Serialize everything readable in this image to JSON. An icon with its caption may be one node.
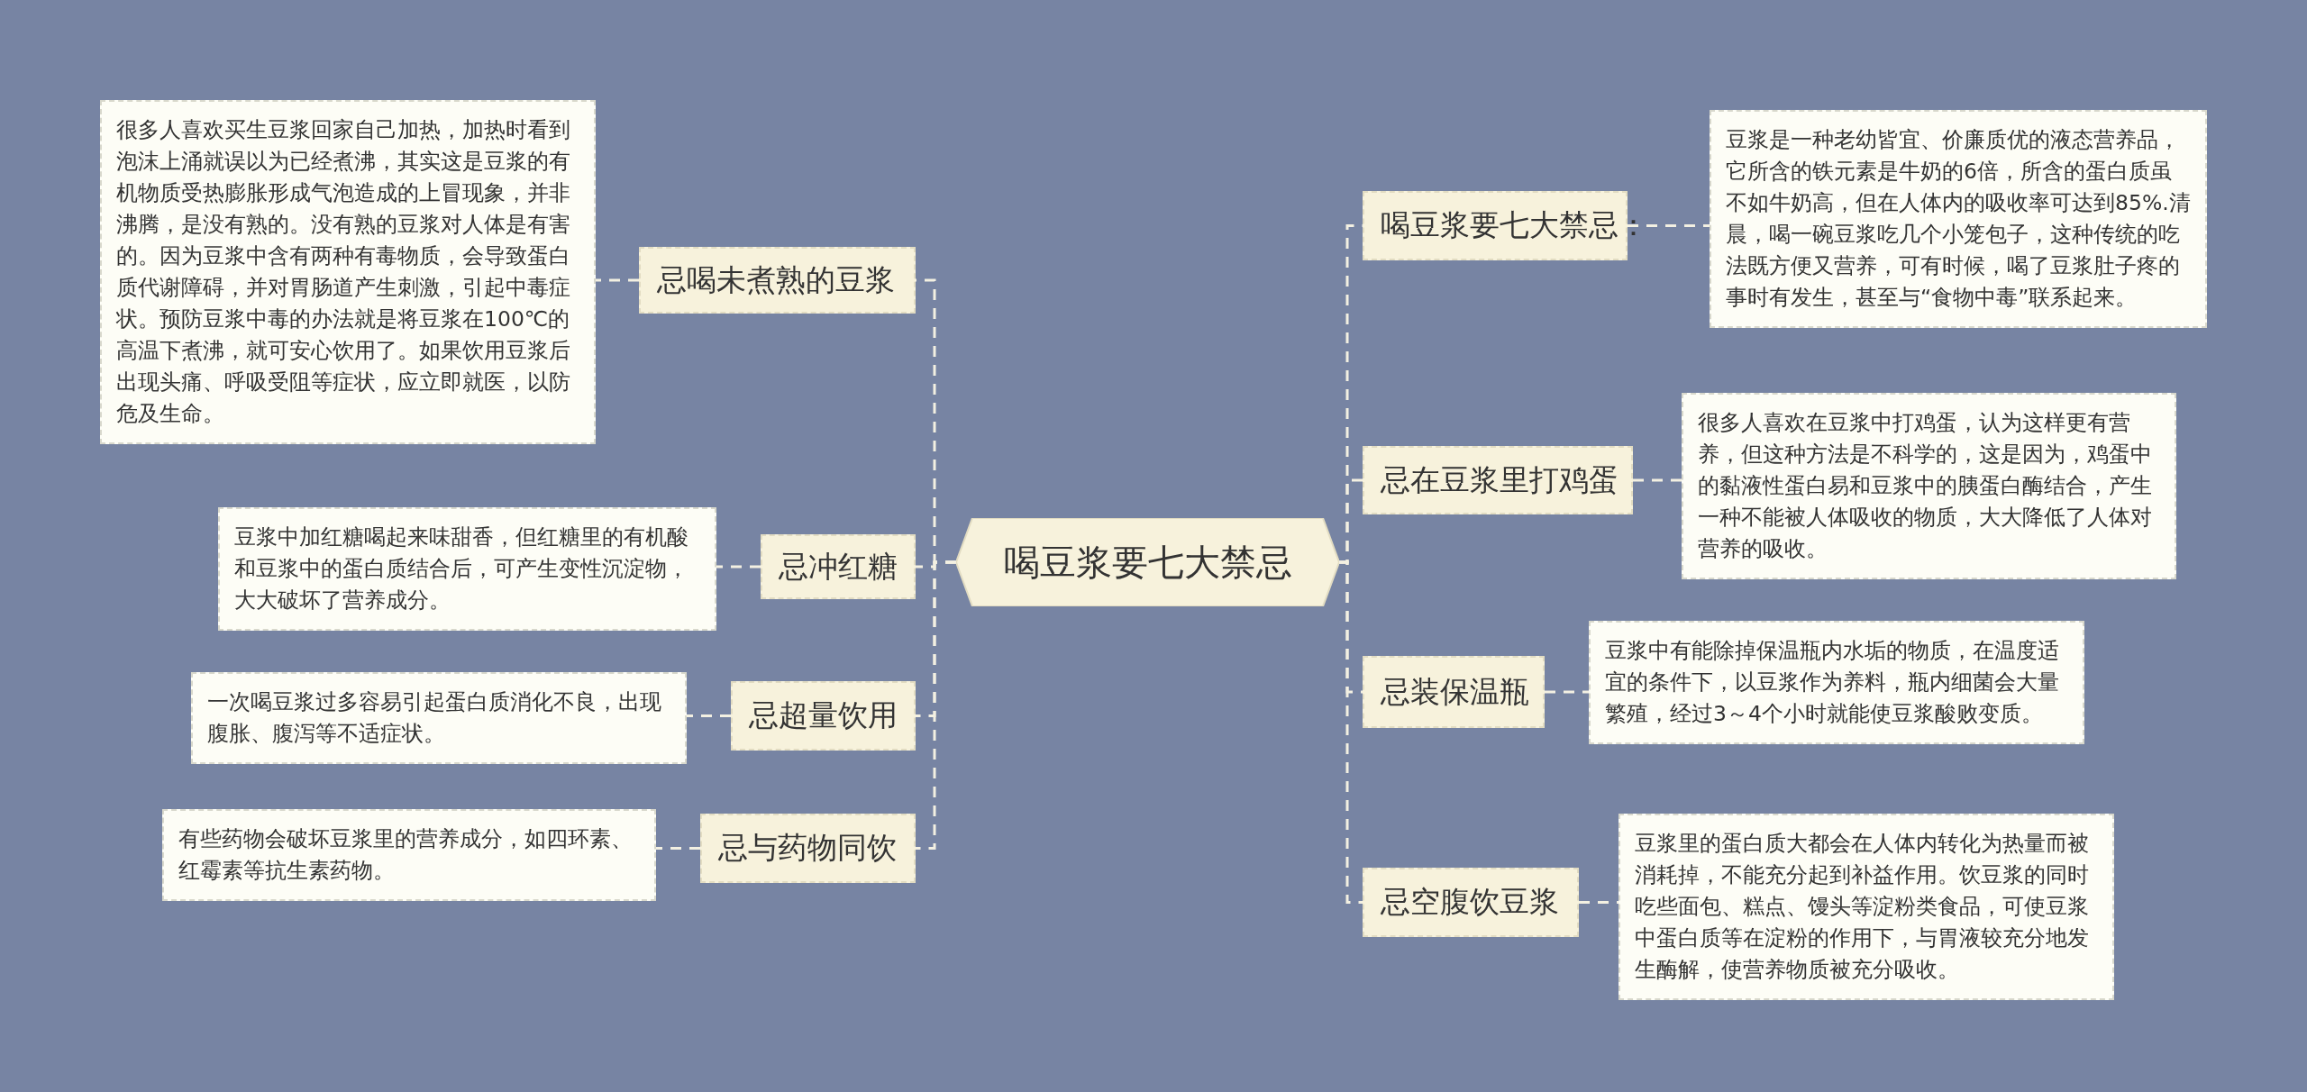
{
  "diagram": {
    "nodes": [
      {
        "text": [
          "喝豆浆要七大禁忌"
        ]
      },
      {
        "text": [
          "忌喝未煮熟的豆浆"
        ]
      },
      {
        "text": [
          "很多人喜欢买生豆浆回家自己加热，加热时看到泡沫上涌就误以为已经煮沸，其实这是豆浆的有机物质受热膨胀形成气泡造成的上冒现象，并非沸腾，是没有熟的。没有熟的豆浆对人体是有害的。因为豆浆中含有两种有毒物质，会导致蛋白质代谢障碍，并对胃肠道产生刺激，引起中毒症状。预防豆浆中毒的办法就是将豆浆在100℃的高温下煮沸，就可安心饮用了。如果饮用豆浆后出现头痛、呼吸受阻等症状，应立即就医，以防危及生命。"
        ]
      },
      {
        "text": [
          "忌冲红糖"
        ]
      },
      {
        "text": [
          "豆浆中加红糖喝起来味甜香，但红糖里的有机酸和豆浆中的蛋白质结合后，可产生变性沉淀物，大大破坏了营养成分。"
        ]
      },
      {
        "text": [
          "忌超量饮用"
        ]
      },
      {
        "text": [
          "一次喝豆浆过多容易引起蛋白质消化不良，出现腹胀、腹泻等不适症状。"
        ]
      },
      {
        "text": [
          "忌与药物同饮"
        ]
      },
      {
        "text": [
          "有些药物会破坏豆浆里的营养成分，如四环素、红霉素等抗生素药物。"
        ]
      },
      {
        "text": [
          "喝豆浆要七大禁忌："
        ]
      },
      {
        "text": [
          "豆浆是一种老幼皆宜、价廉质优的液态营养品，它所含的铁元素是牛奶的6倍，所含的蛋白质虽不如牛奶高，但在人体内的吸收率可达到85%.清晨，喝一碗豆浆吃几个小笼包子，这种传统的吃法既方便又营养，可有时候，喝了豆浆肚子疼的事时有发生，甚至与“食物中毒”联系起来。"
        ]
      },
      {
        "text": [
          "忌在豆浆里打鸡蛋"
        ]
      },
      {
        "text": [
          "很多人喜欢在豆浆中打鸡蛋，认为这样更有营养，但这种方法是不科学的，这是因为，鸡蛋中的黏液性蛋白易和豆浆中的胰蛋白酶结合，产生一种不能被人体吸收的物质，大大降低了人体对营养的吸收。"
        ]
      },
      {
        "text": [
          "忌装保温瓶"
        ]
      },
      {
        "text": [
          "豆浆中有能除掉保温瓶内水垢的物质，在温度适宜的条件下，以豆浆作为养料，瓶内细菌会大量繁殖，经过3～4个小时就能使豆浆酸败变质。"
        ]
      },
      {
        "text": [
          "忌空腹饮豆浆"
        ]
      },
      {
        "text": [
          "豆浆里的蛋白质大都会在人体内转化为热量而被消耗掉，不能充分起到补益作用。饮豆浆的同时吃些面包、糕点、馒头等淀粉类食品，可使豆浆中蛋白质等在淀粉的作用下，与胃液较充分地发生酶解，使营养物质被充分吸收。"
        ]
      }
    ],
    "edges": [
      {
        "from": 0,
        "to": 1,
        "arrow": "none",
        "style": "dashed"
      },
      {
        "from": 1,
        "to": 2,
        "arrow": "none",
        "style": "dashed"
      },
      {
        "from": 0,
        "to": 3,
        "arrow": "none",
        "style": "dashed"
      },
      {
        "from": 3,
        "to": 4,
        "arrow": "none",
        "style": "dashed"
      },
      {
        "from": 0,
        "to": 5,
        "arrow": "none",
        "style": "dashed"
      },
      {
        "from": 5,
        "to": 6,
        "arrow": "none",
        "style": "dashed"
      },
      {
        "from": 0,
        "to": 7,
        "arrow": "none",
        "style": "dashed"
      },
      {
        "from": 7,
        "to": 8,
        "arrow": "none",
        "style": "dashed"
      },
      {
        "from": 0,
        "to": 9,
        "arrow": "none",
        "style": "dashed"
      },
      {
        "from": 9,
        "to": 10,
        "arrow": "none",
        "style": "dashed"
      },
      {
        "from": 0,
        "to": 11,
        "arrow": "none",
        "style": "dashed"
      },
      {
        "from": 11,
        "to": 12,
        "arrow": "none",
        "style": "dashed"
      },
      {
        "from": 0,
        "to": 13,
        "arrow": "none",
        "style": "dashed"
      },
      {
        "from": 13,
        "to": 14,
        "arrow": "none",
        "style": "dashed"
      },
      {
        "from": 0,
        "to": 15,
        "arrow": "none",
        "style": "dashed"
      },
      {
        "from": 15,
        "to": 16,
        "arrow": "none",
        "style": "dashed"
      }
    ]
  }
}
